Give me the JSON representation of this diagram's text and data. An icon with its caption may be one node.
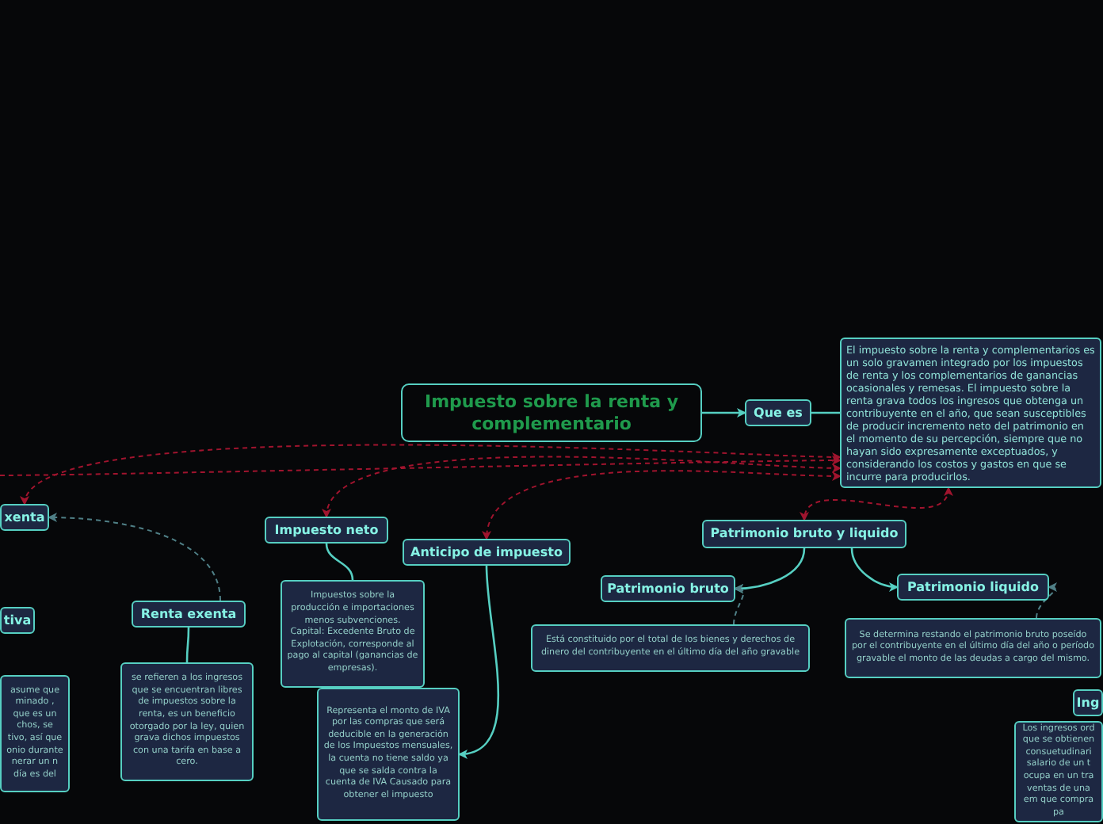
{
  "diagram": {
    "nodes": [
      {
        "text": [
          "Impuesto sobre la renta y complementario"
        ]
      },
      {
        "text": [
          "Que es"
        ]
      },
      {
        "text": [
          "El impuesto sobre la renta y complementarios es un solo gravamen integrado por los impuestos de renta y los complementarios de ganancias ocasionales y remesas. El impuesto sobre la renta grava todos los ingresos que obtenga un contribuyente en el año, que sean susceptibles de producir incremento neto del patrimonio en el momento de su percepción, siempre que no hayan sido expresamente exceptuados, y considerando los costos y gastos en que se incurre para producirlos."
        ]
      },
      {
        "text": [
          "xenta"
        ]
      },
      {
        "text": [
          "Impuesto neto"
        ]
      },
      {
        "text": [
          "Anticipo de impuesto"
        ]
      },
      {
        "text": [
          "Patrimonio bruto y liquido"
        ]
      },
      {
        "text": [
          "tiva"
        ]
      },
      {
        "text": [
          "Renta exenta"
        ]
      },
      {
        "text": [
          "Patrimonio bruto"
        ]
      },
      {
        "text": [
          "Patrimonio liquido"
        ]
      },
      {
        "text": [
          "asume que minado , que es un chos, se tivo, así que onio durante nerar un n día es del"
        ]
      },
      {
        "text": [
          "se refieren a los ingresos que se encuentran libres de impuestos sobre la renta, es un beneficio otorgado por la ley, quien grava dichos impuestos con una tarifa en base a cero."
        ]
      },
      {
        "text": [
          "Impuestos sobre la producción e importaciones menos subvenciones. Capital: Excedente Bruto de Explotación, corresponde al pago al capital (ganancias de empresas)."
        ]
      },
      {
        "text": [
          "Está constituido por el total de los bienes y derechos de dinero del contribuyente en el último día del año gravable"
        ]
      },
      {
        "text": [
          "Se determina restando el patrimonio bruto poseído por el contribuyente en el último día del año o período gravable el monto de las deudas a cargo del mismo."
        ]
      },
      {
        "text": [
          "Ing"
        ]
      },
      {
        "text": [
          "Representa el monto de IVA por las compras que será deducible en la generación de los Impuestos mensuales, la cuenta no tiene saldo ya que se salda contra la cuenta de IVA Causado para obtener el impuesto"
        ]
      },
      {
        "text": [
          "Los ingresos ord que se obtienen consuetudinari salario de un t ocupa en un tra ventas de una em que compra pa"
        ]
      }
    ],
    "edges": [
      {
        "from": 0,
        "to": 1,
        "arrow": "to"
      },
      {
        "from": 1,
        "to": 2,
        "arrow": "none"
      },
      {
        "from": 2,
        "to": 4,
        "arrow": "both",
        "style": "dashed",
        "color": "#a0142e"
      },
      {
        "from": 2,
        "to": 5,
        "arrow": "both",
        "style": "dashed",
        "color": "#a0142e"
      },
      {
        "from": 2,
        "to": 3,
        "arrow": "both",
        "style": "dashed",
        "color": "#a0142e"
      },
      {
        "from": null,
        "to": 2,
        "arrow": "to",
        "style": "dashed",
        "color": "#a0142e"
      },
      {
        "from": 2,
        "to": 6,
        "arrow": "both",
        "style": "dashed",
        "color": "#a0142e"
      },
      {
        "from": 8,
        "to": 3,
        "arrow": "to",
        "style": "dashed",
        "color": "#4f7f86"
      },
      {
        "from": 8,
        "to": 12,
        "arrow": "none"
      },
      {
        "from": 4,
        "to": 13,
        "arrow": "none"
      },
      {
        "from": 5,
        "to": 17,
        "arrow": "to"
      },
      {
        "from": 6,
        "to": 9,
        "arrow": "to"
      },
      {
        "from": 6,
        "to": 10,
        "arrow": "to"
      },
      {
        "from": 14,
        "to": 9,
        "arrow": "to",
        "style": "dashed",
        "color": "#4f7f86"
      },
      {
        "from": 15,
        "to": 10,
        "arrow": "to",
        "style": "dashed",
        "color": "#4f7f86"
      }
    ]
  }
}
